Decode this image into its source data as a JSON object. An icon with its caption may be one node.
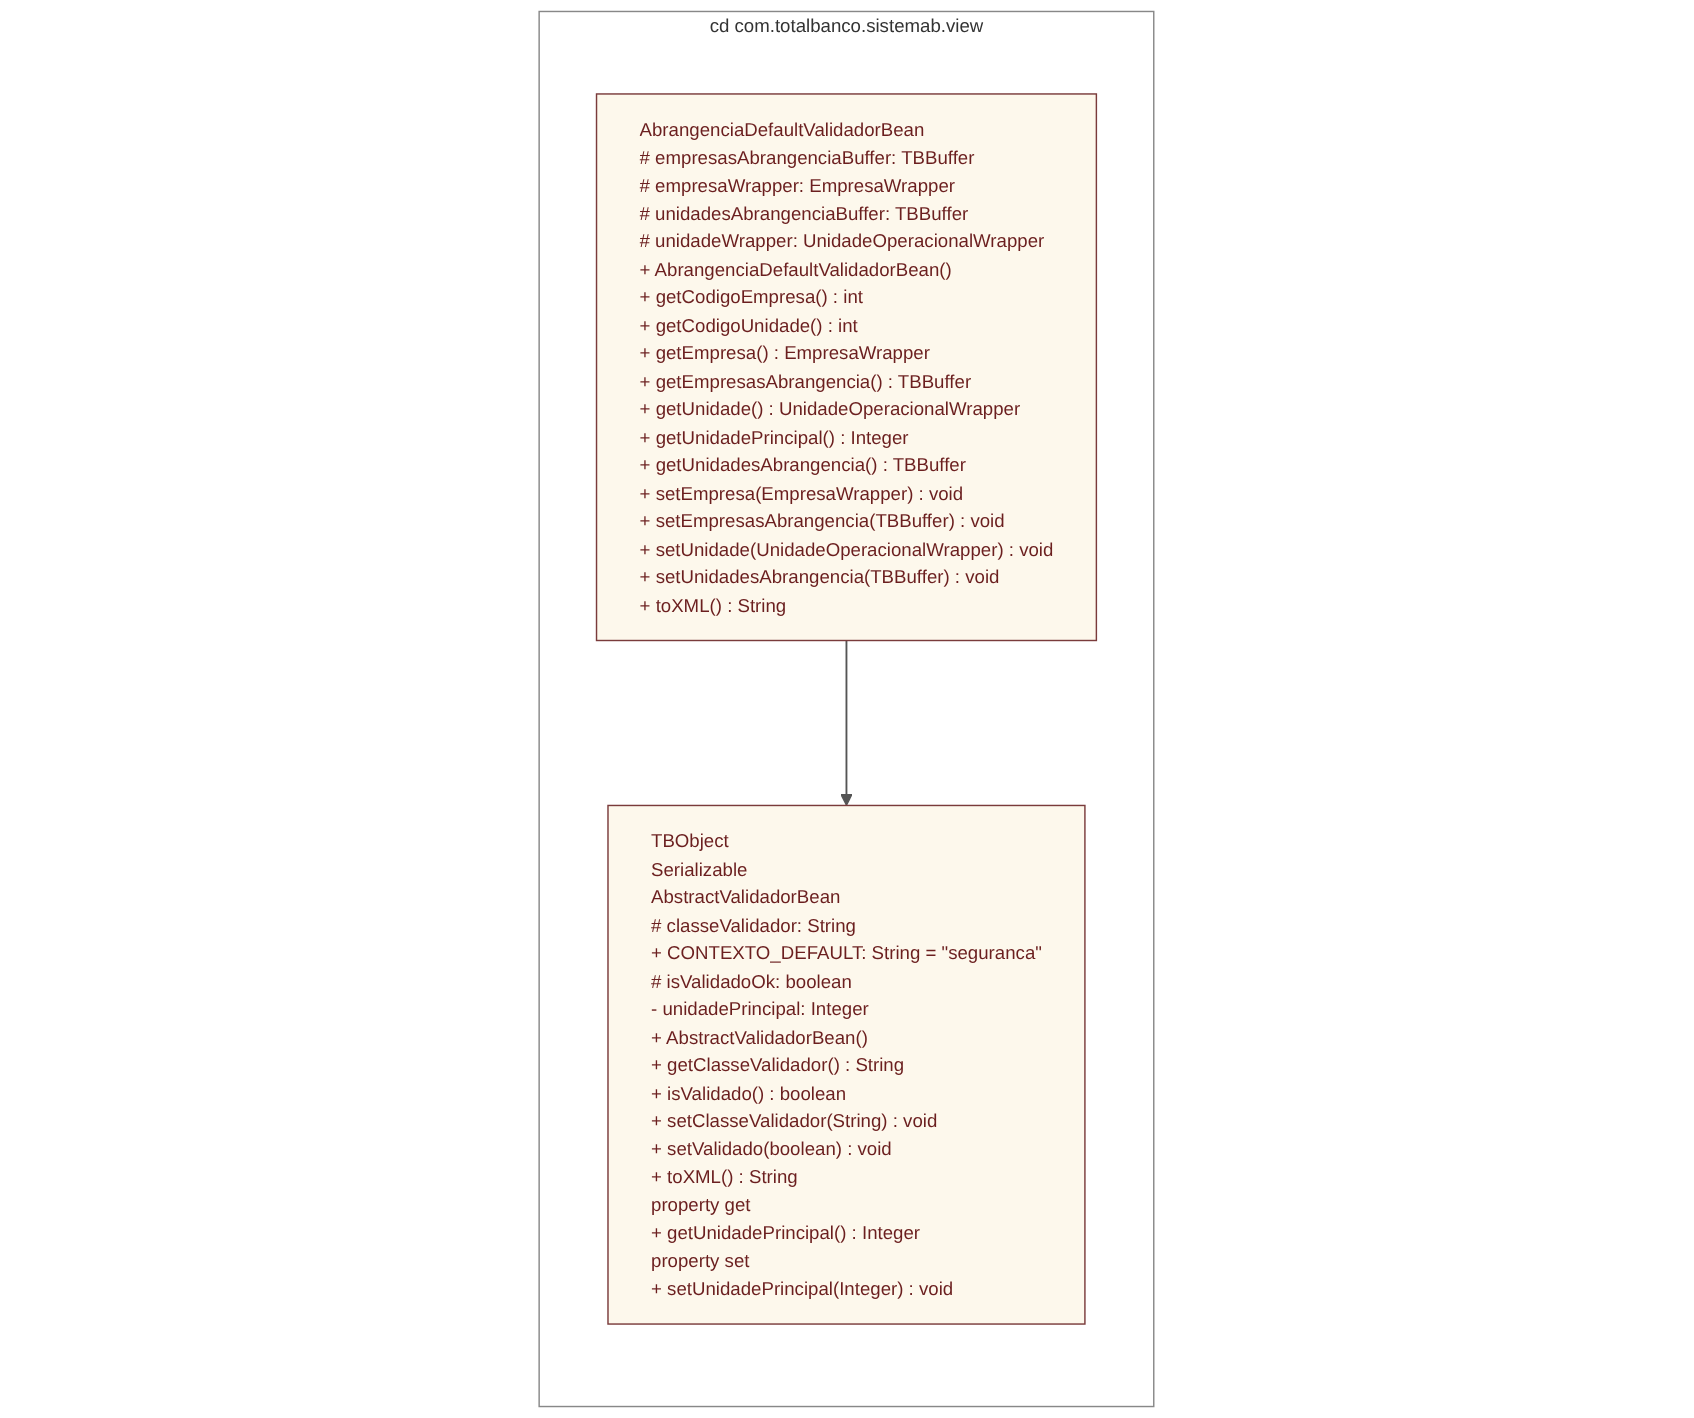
{
  "diagram": {
    "nodes": [
      {
        "text": [
          "cd com.totalbanco.sistemab.view"
        ]
      },
      {
        "text": [
          "TBObject",
          "Serializable",
          "AbstractValidadorBean",
          "# classeValidador: String",
          "+ CONTEXTO_DEFAULT: String = \"seguranca\"",
          "# isValidadoOk: boolean",
          "- unidadePrincipal: Integer",
          "+ AbstractValidadorBean()",
          "+ getClasseValidador() : String",
          "+ isValidado() : boolean",
          "+ setClasseValidador(String) : void",
          "+ setValidado(boolean) : void",
          "+ toXML() : String",
          "property get",
          "+ getUnidadePrincipal() : Integer",
          "property set",
          "+ setUnidadePrincipal(Integer) : void"
        ],
        "in": 0
      },
      {
        "text": [
          "AbrangenciaDefaultValidadorBean",
          "# empresasAbrangenciaBuffer: TBBuffer",
          "# empresaWrapper: EmpresaWrapper",
          "# unidadesAbrangenciaBuffer: TBBuffer",
          "# unidadeWrapper: UnidadeOperacionalWrapper",
          "+ AbrangenciaDefaultValidadorBean()",
          "+ getCodigoEmpresa() : int",
          "+ getCodigoUnidade() : int",
          "+ getEmpresa() : EmpresaWrapper",
          "+ getEmpresasAbrangencia() : TBBuffer",
          "+ getUnidade() : UnidadeOperacionalWrapper",
          "+ getUnidadePrincipal() : Integer",
          "+ getUnidadesAbrangencia() : TBBuffer",
          "+ setEmpresa(EmpresaWrapper) : void",
          "+ setEmpresasAbrangencia(TBBuffer) : void",
          "+ setUnidade(UnidadeOperacionalWrapper) : void",
          "+ setUnidadesAbrangencia(TBBuffer) : void",
          "+ toXML() : String"
        ],
        "in": 0
      }
    ],
    "edges": [
      {
        "from": 2,
        "to": 1,
        "arrow": "to"
      }
    ]
  }
}
